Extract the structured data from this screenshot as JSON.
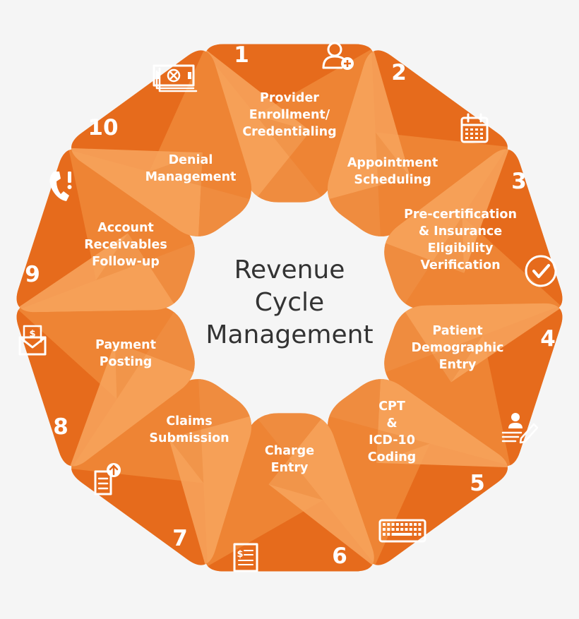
{
  "title": [
    "Revenue",
    "Cycle",
    "Management"
  ],
  "colors": {
    "base": "#ee8434",
    "dark": "#e4681a",
    "light": "#f7a45e",
    "mid": "#f09045",
    "text": "#ffffff",
    "center_text": "#333333"
  },
  "steps": [
    {
      "number": "1",
      "label": [
        "Provider",
        "Enrollment/",
        "Credentialing"
      ],
      "icon": "user-add-icon"
    },
    {
      "number": "2",
      "label": [
        "Appointment",
        "Scheduling"
      ],
      "icon": "calendar-icon"
    },
    {
      "number": "3",
      "label": [
        "Pre-certification",
        "&  Insurance",
        "Eligibility",
        "Verification"
      ],
      "icon": "checkmark-circle-icon"
    },
    {
      "number": "4",
      "label": [
        "Patient",
        "Demographic",
        "Entry"
      ],
      "icon": "user-edit-icon"
    },
    {
      "number": "5",
      "label": [
        "CPT",
        "&",
        "ICD-10",
        "Coding"
      ],
      "icon": "keyboard-icon"
    },
    {
      "number": "6",
      "label": [
        "Charge",
        "Entry"
      ],
      "icon": "invoice-icon"
    },
    {
      "number": "7",
      "label": [
        "Claims",
        "Submission"
      ],
      "icon": "upload-document-icon"
    },
    {
      "number": "8",
      "label": [
        "Payment",
        "Posting"
      ],
      "icon": "payment-envelope-icon"
    },
    {
      "number": "9",
      "label": [
        "Account",
        "Receivables",
        "Follow-up"
      ],
      "icon": "phone-alert-icon"
    },
    {
      "number": "10",
      "label": [
        "Denial",
        "Management"
      ],
      "icon": "denied-money-icon"
    }
  ]
}
